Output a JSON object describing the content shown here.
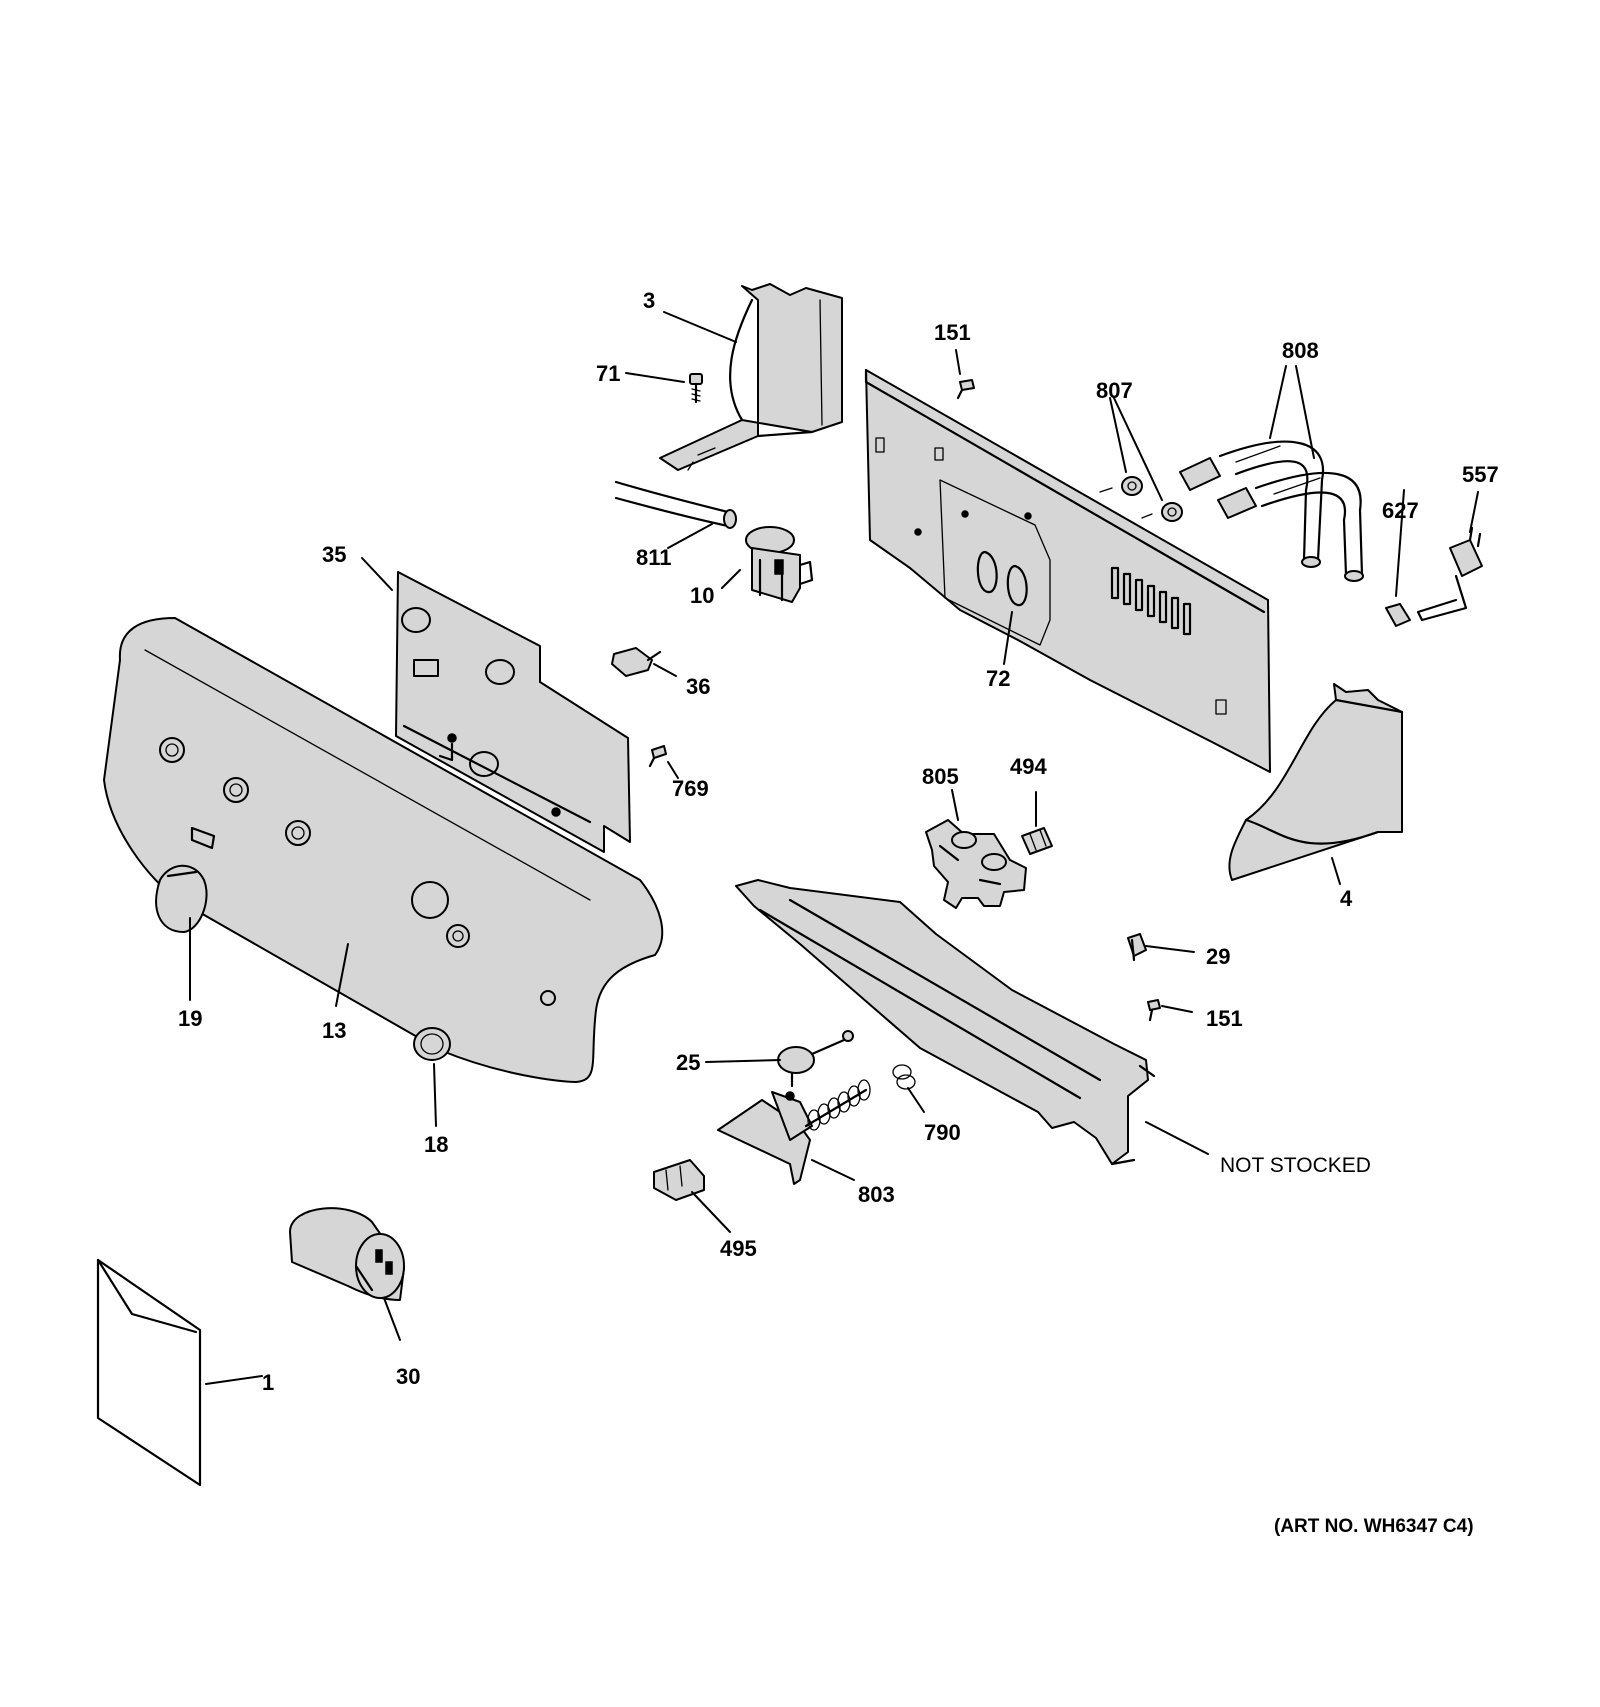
{
  "labels": {
    "p1": "1",
    "p3": "3",
    "p4": "4",
    "p10": "10",
    "p13": "13",
    "p18": "18",
    "p19": "19",
    "p25": "25",
    "p29": "29",
    "p30": "30",
    "p35": "35",
    "p36": "36",
    "p71": "71",
    "p72": "72",
    "p151_top": "151",
    "p151_bottom": "151",
    "p494": "494",
    "p495": "495",
    "p557": "557",
    "p627": "627",
    "p769": "769",
    "p790": "790",
    "p803": "803",
    "p805": "805",
    "p807": "807",
    "p808": "808",
    "p811": "811",
    "not_stocked": "NOT STOCKED"
  },
  "art_number": "(ART NO. WH6347 C4)"
}
